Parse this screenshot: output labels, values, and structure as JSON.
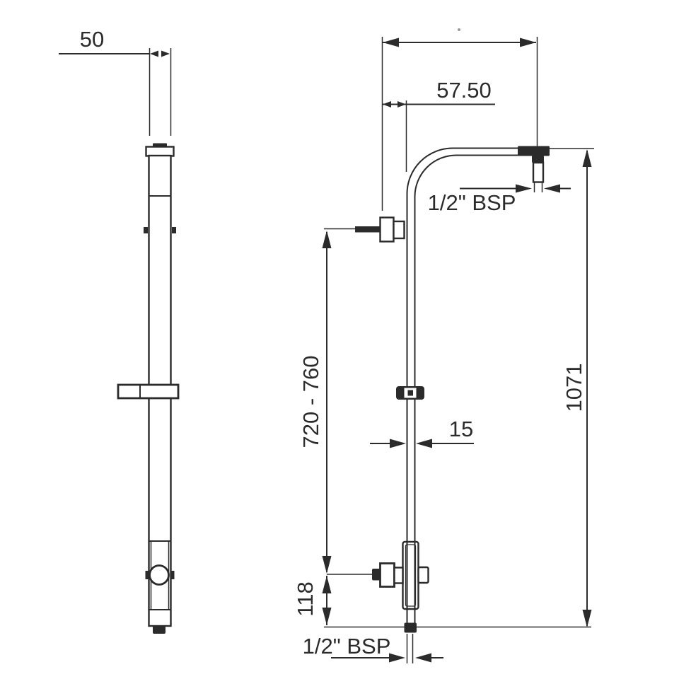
{
  "colors": {
    "background": "#ffffff",
    "line": "#2b2b2b"
  },
  "side_view": {
    "width_dim": "50"
  },
  "front_view": {
    "offset_dim": "57.50",
    "arm_thread_dim": "1/2\" BSP",
    "height_dim": "1071",
    "slider_range_dim": "720 - 760",
    "pipe_width_dim": "15",
    "outlet_height_dim": "118",
    "bottom_thread_dim": "1/2\" BSP"
  }
}
